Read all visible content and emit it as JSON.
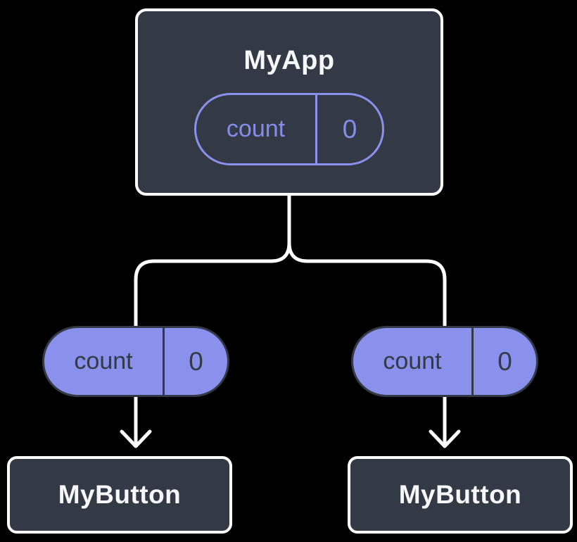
{
  "colors": {
    "background": "#000000",
    "surface": "#333A46",
    "accent": "#8A91EC",
    "accent_text": "#858CE9",
    "text_light": "#F6F7F9",
    "text_dark": "#333A46",
    "connector": "#FFFFFF",
    "border_light": "#FFFFFF"
  },
  "tree": {
    "root": {
      "name": "MyApp",
      "state": {
        "name": "count",
        "value": "0"
      }
    },
    "left_prop": {
      "name": "count",
      "value": "0"
    },
    "right_prop": {
      "name": "count",
      "value": "0"
    },
    "left_child": {
      "name": "MyButton"
    },
    "right_child": {
      "name": "MyButton"
    }
  }
}
